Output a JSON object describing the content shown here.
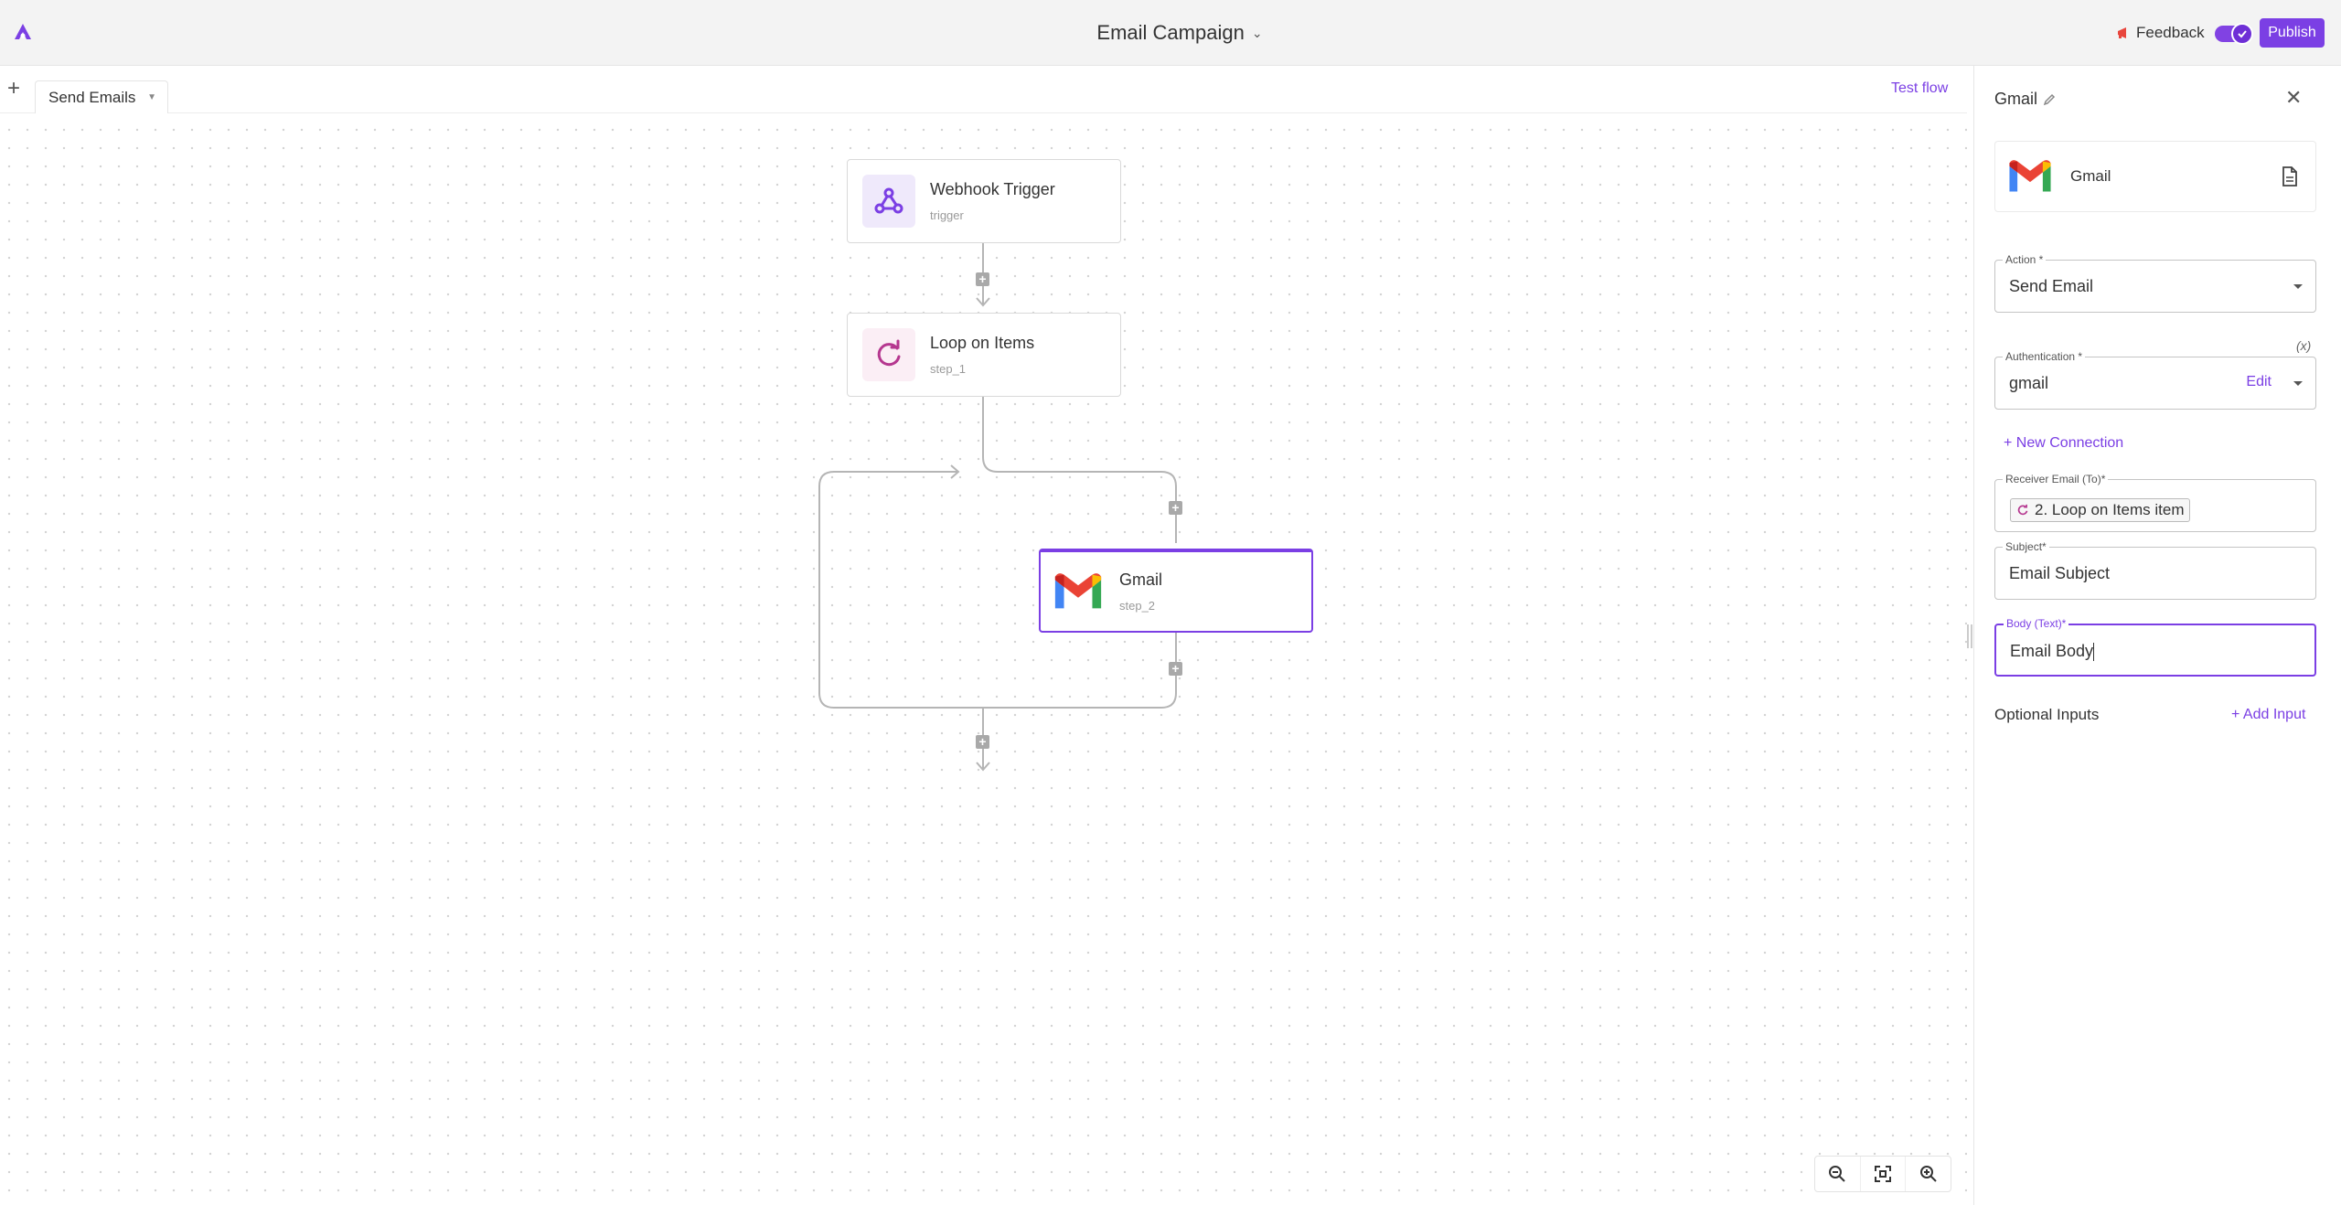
{
  "topbar": {
    "flow_title": "Email Campaign",
    "feedback_label": "Feedback",
    "publish_label": "Publish",
    "accent_color": "#7b3fe4"
  },
  "canvas": {
    "tab_label": "Send Emails",
    "test_flow_label": "Test flow",
    "nodes": [
      {
        "name": "Webhook Trigger",
        "sub": "trigger",
        "icon": "webhook-icon"
      },
      {
        "name": "Loop on Items",
        "sub": "step_1",
        "icon": "loop-icon"
      },
      {
        "name": "Gmail",
        "sub": "step_2",
        "icon": "gmail-icon"
      }
    ],
    "zoom_controls": [
      "zoom-out-icon",
      "fit-view-icon",
      "zoom-in-icon"
    ]
  },
  "panel": {
    "title": "Gmail",
    "piece_name": "Gmail",
    "action": {
      "label": "Action *",
      "value": "Send Email"
    },
    "authentication": {
      "label": "Authentication *",
      "value": "gmail",
      "edit_label": "Edit"
    },
    "fx_label": "(x)",
    "new_connection_label": "+ New Connection",
    "receiver": {
      "label": "Receiver Email (To)*",
      "chip": "2. Loop on Items item"
    },
    "subject": {
      "label": "Subject*",
      "value": "Email Subject"
    },
    "body": {
      "label": "Body (Text)*",
      "value": "Email Body"
    },
    "optional_inputs_label": "Optional Inputs",
    "add_input_label": "+ Add Input"
  }
}
